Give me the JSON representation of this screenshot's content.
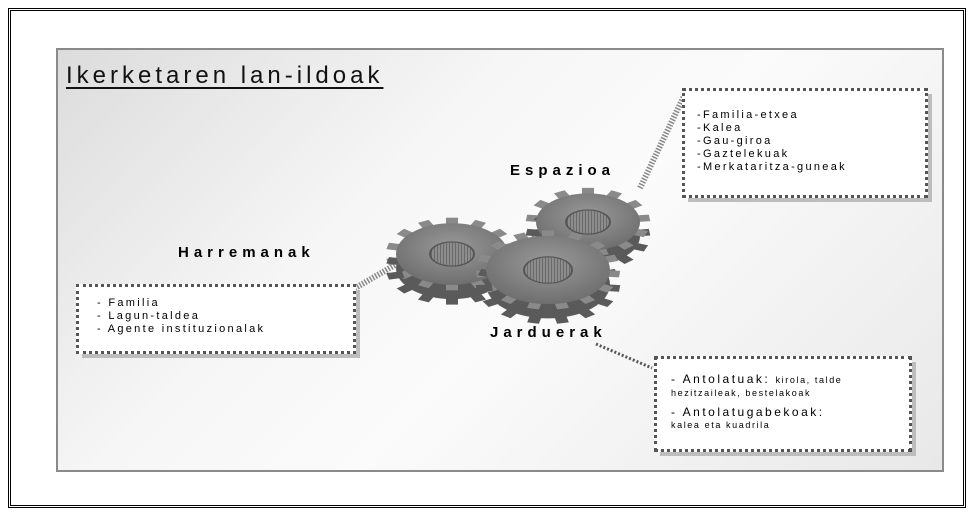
{
  "title": "Ikerketaren lan-ildoak",
  "nodes": {
    "espazioa": {
      "label": "Espazioa",
      "items": [
        "-Familia-etxea",
        "-Kalea",
        "-Gau-giroa",
        "-Gaztelekuak",
        "-Merkataritza-guneak"
      ]
    },
    "harremanak": {
      "label": "Harremanak",
      "items": [
        "- Familia",
        "- Lagun-taldea",
        "- Agente instituzionalak"
      ]
    },
    "jarduerak": {
      "label": "Jarduerak",
      "items": [
        {
          "heading": "- Antolatuak:",
          "text": "kirola, talde",
          "cont": "hezitzaileak, bestelakoak"
        },
        {
          "heading": "- Antolatugabekoak:",
          "cont": "kalea eta kuadrila"
        }
      ]
    }
  }
}
